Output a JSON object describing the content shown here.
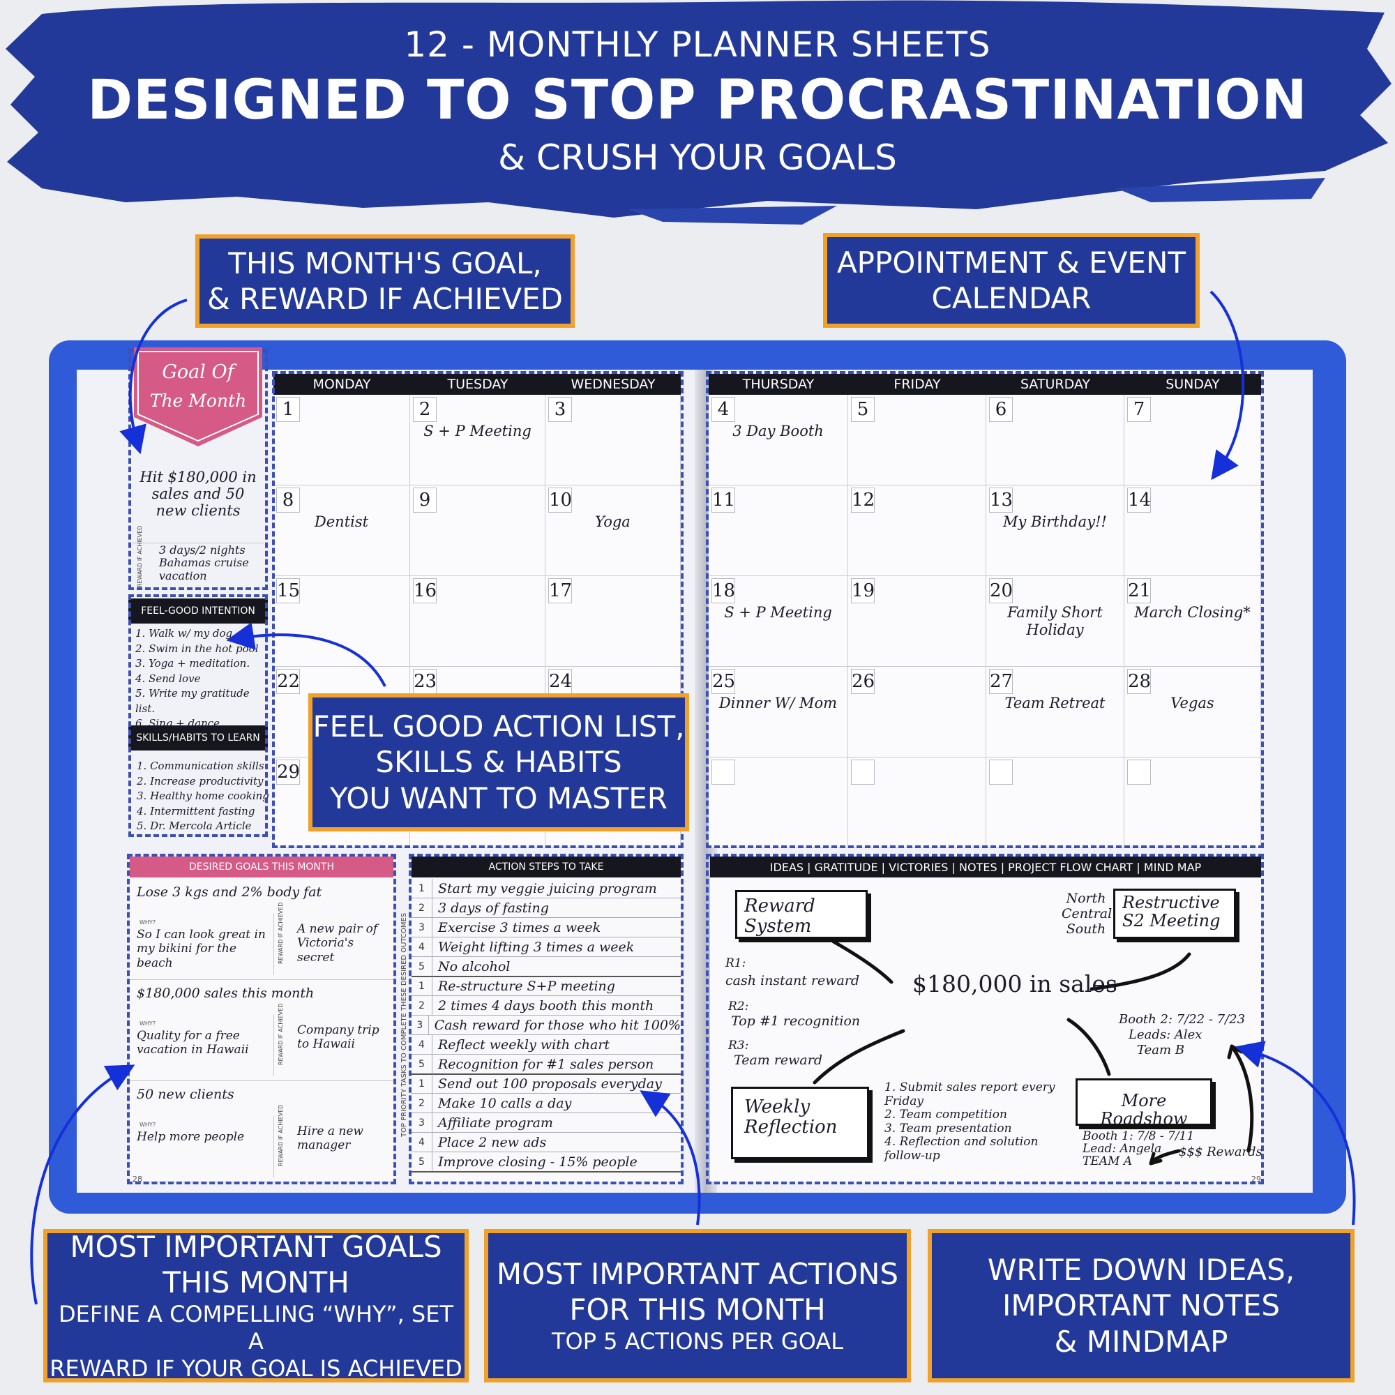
{
  "header": {
    "line1": "12 - MONTHLY PLANNER SHEETS",
    "line2": "DESIGNED TO STOP PROCRASTINATION",
    "line3": "& CRUSH YOUR GOALS"
  },
  "callouts": {
    "goal": {
      "l1": "THIS MONTH'S GOAL,",
      "l2": "& REWARD IF ACHIEVED"
    },
    "calendar": {
      "l1": "APPOINTMENT & EVENT",
      "l2": "CALENDAR"
    },
    "feelgood": {
      "l1": "FEEL GOOD ACTION LIST,",
      "l2": "SKILLS & HABITS",
      "l3": "YOU WANT TO MASTER"
    },
    "goals": {
      "l1": "MOST IMPORTANT GOALS",
      "l2": "THIS MONTH",
      "l3": "DEFINE A COMPELLING “WHY”, SET A",
      "l4": "REWARD IF YOUR GOAL IS ACHIEVED"
    },
    "actions": {
      "l1": "MOST IMPORTANT ACTIONS",
      "l2": "FOR THIS MONTH",
      "l3": "TOP 5 ACTIONS PER GOAL"
    },
    "ideas": {
      "l1": "WRITE DOWN IDEAS,",
      "l2": "IMPORTANT NOTES",
      "l3": "& MINDMAP"
    }
  },
  "goal_of_month": {
    "banner_l1": "Goal Of",
    "banner_l2": "The Month",
    "goal": "Hit $180,000 in sales and 50 new clients",
    "reward_label": "REWARD IF ACHIEVED",
    "reward": "3 days/2 nights Bahamas cruise vacation"
  },
  "feel_good": {
    "title": "FEEL-GOOD INTENTION",
    "items": [
      "1. Walk w/ my dog.",
      "2. Swim in the hot pool",
      "3. Yoga + meditation.",
      "4. Send love",
      "5. Write my gratitude list.",
      "6. Sing + dance."
    ]
  },
  "skills": {
    "title": "SKILLS/HABITS TO LEARN",
    "items": [
      "1. Communication skills",
      "2. Increase productivity",
      "3. Healthy home cooking",
      "4. Intermittent fasting",
      "5. Dr. Mercola Article"
    ]
  },
  "calendar": {
    "days": [
      "MONDAY",
      "TUESDAY",
      "WEDNESDAY",
      "THURSDAY",
      "FRIDAY",
      "SATURDAY",
      "SUNDAY"
    ],
    "weeks": [
      [
        {
          "n": "1",
          "e": ""
        },
        {
          "n": "2",
          "e": "S + P Meeting"
        },
        {
          "n": "3",
          "e": ""
        },
        {
          "n": "4",
          "e": "3 Day Booth"
        },
        {
          "n": "5",
          "e": ""
        },
        {
          "n": "6",
          "e": ""
        },
        {
          "n": "7",
          "e": ""
        }
      ],
      [
        {
          "n": "8",
          "e": "Dentist"
        },
        {
          "n": "9",
          "e": ""
        },
        {
          "n": "10",
          "e": "Yoga"
        },
        {
          "n": "11",
          "e": ""
        },
        {
          "n": "12",
          "e": ""
        },
        {
          "n": "13",
          "e": "My Birthday!!"
        },
        {
          "n": "14",
          "e": ""
        }
      ],
      [
        {
          "n": "15",
          "e": ""
        },
        {
          "n": "16",
          "e": ""
        },
        {
          "n": "17",
          "e": ""
        },
        {
          "n": "18",
          "e": "S + P Meeting"
        },
        {
          "n": "19",
          "e": ""
        },
        {
          "n": "20",
          "e": "Family Short Holiday"
        },
        {
          "n": "21",
          "e": "March Closing*"
        }
      ],
      [
        {
          "n": "22",
          "e": ""
        },
        {
          "n": "23",
          "e": ""
        },
        {
          "n": "24",
          "e": ""
        },
        {
          "n": "25",
          "e": "Dinner W/ Mom"
        },
        {
          "n": "26",
          "e": ""
        },
        {
          "n": "27",
          "e": "Team Retreat"
        },
        {
          "n": "28",
          "e": "Vegas"
        }
      ],
      [
        {
          "n": "29",
          "e": ""
        },
        {
          "n": "",
          "e": ""
        },
        {
          "n": "",
          "e": ""
        },
        {
          "n": "",
          "e": ""
        },
        {
          "n": "",
          "e": ""
        },
        {
          "n": "",
          "e": ""
        },
        {
          "n": "",
          "e": ""
        }
      ]
    ]
  },
  "desired_goals": {
    "title": "DESIRED GOALS THIS MONTH",
    "why_label": "WHY?",
    "reward_label": "REWARD IF ACHIEVED",
    "items": [
      {
        "goal": "Lose 3 kgs and 2% body fat",
        "why": "So I can look great in my bikini for the beach",
        "reward": "A new pair of Victoria's secret"
      },
      {
        "goal": "$180,000 sales this month",
        "why": "Quality for a free vacation in Hawaii",
        "reward": "Company trip to Hawaii"
      },
      {
        "goal": "50 new clients",
        "why": "Help more people",
        "reward": "Hire a new manager"
      }
    ],
    "page_number": "28"
  },
  "action_steps": {
    "title": "ACTION STEPS TO TAKE",
    "side_label": "TOP PRIORITY TASKS TO COMPLETE THESE DESIRED OUTCOMES",
    "groups": [
      [
        "Start my veggie juicing program",
        "3 days of fasting",
        "Exercise 3 times a week",
        "Weight lifting 3 times a week",
        "No alcohol"
      ],
      [
        "Re-structure S+P meeting",
        "2 times 4 days booth this month",
        "Cash reward for those who hit 100%",
        "Reflect weekly with chart",
        "Recognition for #1 sales person"
      ],
      [
        "Send out 100 proposals everyday",
        "Make 10 calls a day",
        "Affiliate program",
        "Place 2 new ads",
        "Improve closing - 15% people"
      ]
    ]
  },
  "ideas": {
    "title": "IDEAS | GRATITUDE | VICTORIES | NOTES | PROJECT FLOW CHART | MIND MAP",
    "center": "$180,000 in sales",
    "reward_system": "Reward System",
    "r1": "R1:",
    "r1_text": "cash instant reward",
    "r2": "R2:",
    "r2_text": "Top #1 recognition",
    "r3": "R3:",
    "r3_text": "Team reward",
    "ncs": "North Central South",
    "restructive": "Restructive S2 Meeting",
    "booth2": "Booth 2: 7/22 - 7/23",
    "leads": "Leads: Alex",
    "teamb": "Team B",
    "weekly": "Weekly Reflection",
    "steps": [
      "1. Submit sales report every Friday",
      "2. Team competition",
      "3. Team presentation",
      "4. Reflection and solution follow-up"
    ],
    "roadshow": "More Roadshow",
    "booth1": "Booth 1: 7/8 - 7/11",
    "lead_angela": "Lead: Angela",
    "teama": "TEAM A",
    "rewards": "$$$ Rewards",
    "page_number": "29"
  },
  "colors": {
    "brand_blue": "#23399a",
    "accent_orange": "#f0a12a",
    "pink": "#d55a86",
    "book_blue": "#2f5bd8"
  }
}
